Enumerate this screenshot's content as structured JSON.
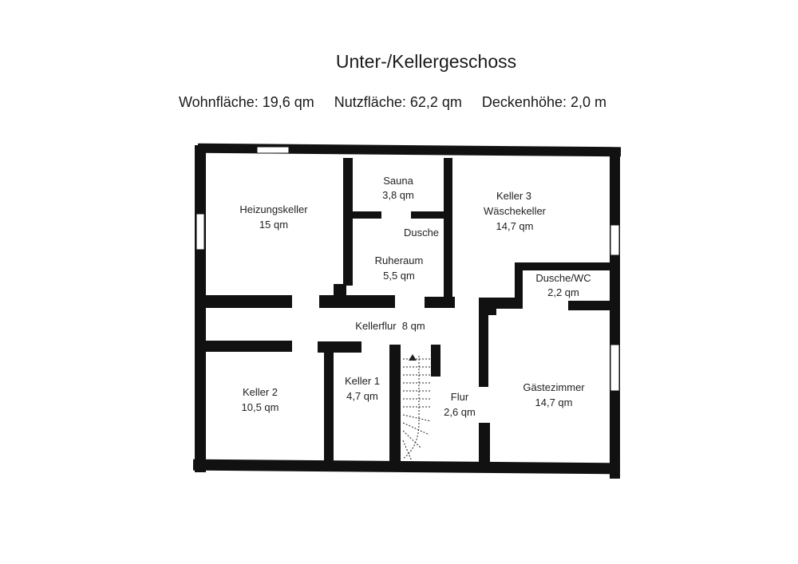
{
  "title": "Unter-/Kellergeschoss",
  "stats": {
    "wohnflaeche": "Wohnfläche: 19,6 qm",
    "nutzflaeche": "Nutzfläche: 62,2 qm",
    "deckenhoehe": "Deckenhöhe: 2,0 m"
  },
  "rooms": {
    "heizungskeller": {
      "name": "Heizungskeller",
      "area": "15 qm"
    },
    "sauna": {
      "name": "Sauna",
      "area": "3,8 qm"
    },
    "dusche": {
      "name": "Dusche"
    },
    "keller3": {
      "name": "Keller 3",
      "sub": "Wäschekeller",
      "area": "14,7 qm"
    },
    "ruheraum": {
      "name": "Ruheraum",
      "area": "5,5 qm"
    },
    "dusche_wc": {
      "name": "Dusche/WC",
      "area": "2,2 qm"
    },
    "kellerflur": {
      "name": "Kellerflur  8 qm"
    },
    "keller2": {
      "name": "Keller 2",
      "area": "10,5 qm"
    },
    "keller1": {
      "name": "Keller 1",
      "area": "4,7 qm"
    },
    "flur": {
      "name": "Flur",
      "area": "2,6 qm"
    },
    "gaestezimmer": {
      "name": "Gästezimmer",
      "area": "14,7 qm"
    }
  },
  "colors": {
    "wall": "#111111",
    "window": "#ffffff",
    "stairs": "#222222"
  }
}
